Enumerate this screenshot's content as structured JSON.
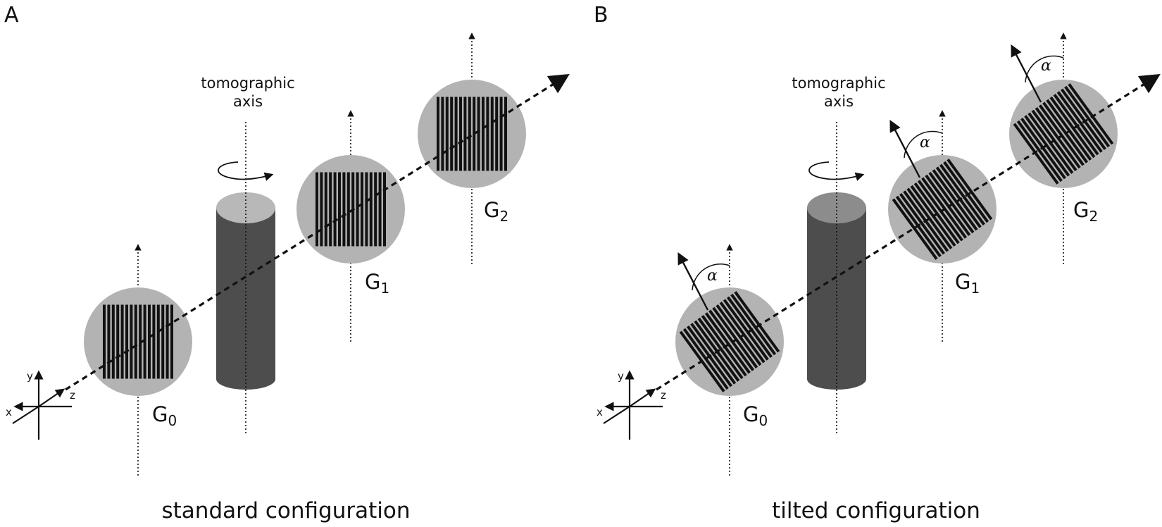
{
  "panel_a": {
    "letter": "A",
    "caption": "standard configuration",
    "axis_title_line1": "tomographic",
    "axis_title_line2": "axis",
    "gratings": [
      {
        "name": "G",
        "sub": "0"
      },
      {
        "name": "G",
        "sub": "1"
      },
      {
        "name": "G",
        "sub": "2"
      }
    ],
    "coords": {
      "x": "x",
      "y": "y",
      "z": "z"
    }
  },
  "panel_b": {
    "letter": "B",
    "caption": "tilted configuration",
    "axis_title_line1": "tomographic",
    "axis_title_line2": "axis",
    "gratings": [
      {
        "name": "G",
        "sub": "0"
      },
      {
        "name": "G",
        "sub": "1"
      },
      {
        "name": "G",
        "sub": "2"
      }
    ],
    "tilt_symbol": "α",
    "coords": {
      "x": "x",
      "y": "y",
      "z": "z"
    }
  },
  "colors": {
    "disc": "#b3b3b3",
    "cylinder_body": "#4d4d4d",
    "cylinder_top_a": "#b8b8b8",
    "cylinder_top_b": "#8c8c8c",
    "line": "#111111"
  }
}
